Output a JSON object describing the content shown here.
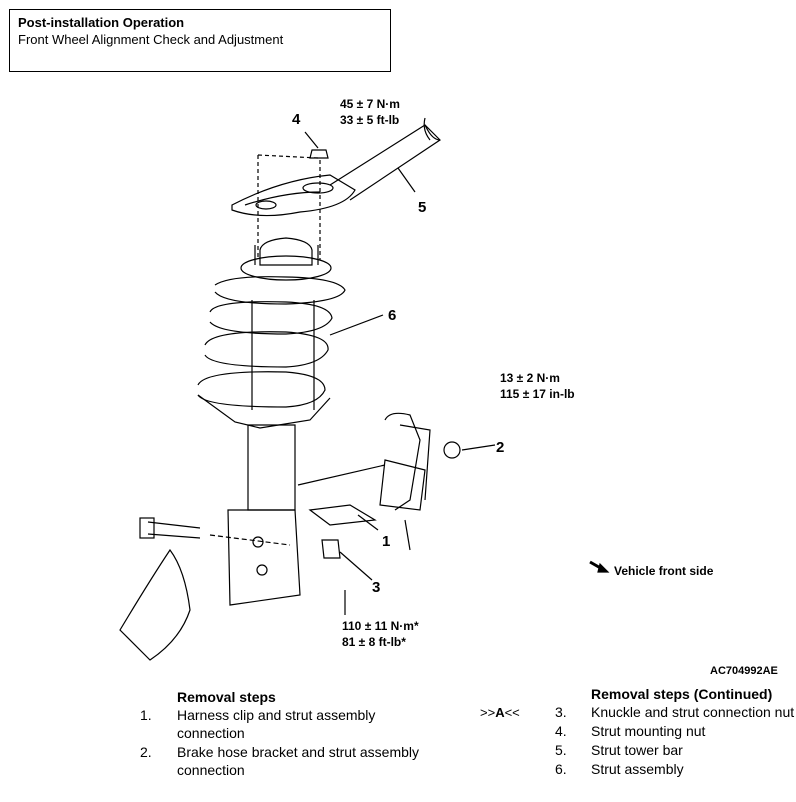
{
  "header": {
    "title": "Post-installation Operation",
    "subtitle": "Front Wheel Alignment Check and Adjustment"
  },
  "diagram": {
    "callouts": {
      "c1": "1",
      "c2": "2",
      "c3": "3",
      "c4": "4",
      "c5": "5",
      "c6": "6"
    },
    "torque_4_nm": "45 ± 7 N·m",
    "torque_4_ftlb": "33 ± 5 ft-lb",
    "torque_2_nm": "13 ± 2 N·m",
    "torque_2_inlb": "115 ± 17 in-lb",
    "torque_3_nm": "110 ± 11 N·m*",
    "torque_3_ftlb": "81 ± 8 ft-lb*",
    "front_note": "Vehicle front side",
    "figure_code": "AC704992AE"
  },
  "steps_left": {
    "heading": "Removal steps",
    "items": [
      {
        "num": "1.",
        "text": "Harness clip and strut assembly connection"
      },
      {
        "num": "2.",
        "text": "Brake hose bracket and strut assembly connection"
      }
    ]
  },
  "steps_right": {
    "heading": "Removal steps (Continued)",
    "ref_prefix": ">>",
    "ref_letter": "A",
    "ref_suffix": "<<",
    "items": [
      {
        "num": "3.",
        "text": "Knuckle and strut connection nut"
      },
      {
        "num": "4.",
        "text": "Strut mounting nut"
      },
      {
        "num": "5.",
        "text": "Strut tower bar"
      },
      {
        "num": "6.",
        "text": "Strut assembly"
      }
    ]
  }
}
